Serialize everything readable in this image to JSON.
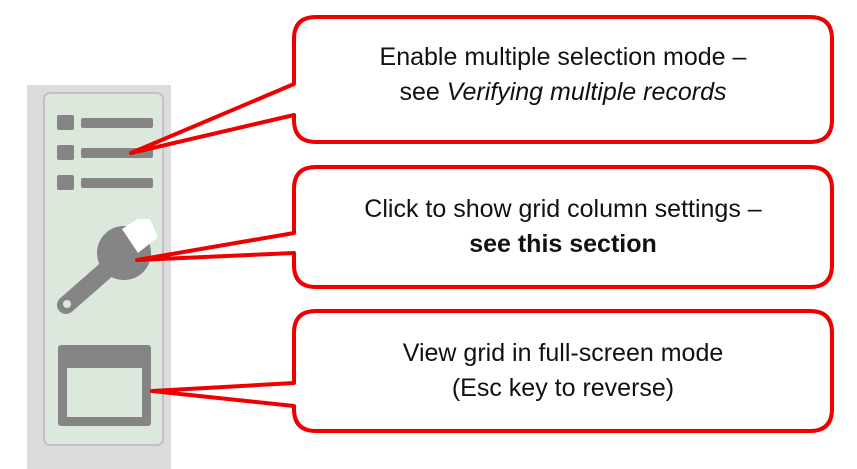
{
  "toolbar": {
    "buttons": [
      {
        "icon": "multi-select-list-icon"
      },
      {
        "icon": "wrench-icon"
      },
      {
        "icon": "fullscreen-window-icon"
      }
    ],
    "icon_color": "#858585",
    "panel_color": "#dce8dc"
  },
  "callouts": {
    "multi_select": {
      "line1": "Enable multiple selection mode –",
      "line2_prefix": "see ",
      "line2_link": "Verifying multiple records"
    },
    "column_settings": {
      "line1": "Click to show grid column settings –",
      "line2_bold": "see this section"
    },
    "fullscreen": {
      "line1": "View grid in full-screen mode",
      "line2": "(Esc key to reverse)"
    },
    "border_color": "#ee0000"
  }
}
